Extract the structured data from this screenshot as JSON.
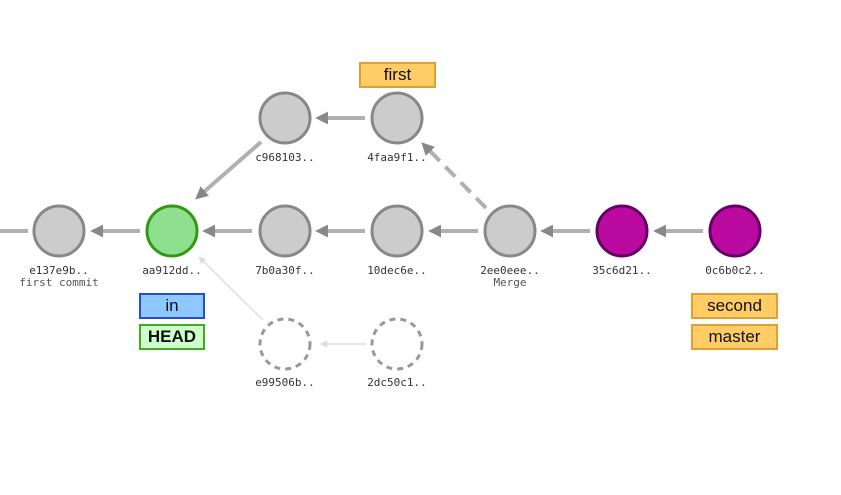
{
  "commits": [
    {
      "id": "e137e9b..",
      "message": "first commit",
      "state": "normal"
    },
    {
      "id": "aa912dd..",
      "message": "",
      "state": "head"
    },
    {
      "id": "7b0a30f..",
      "message": "",
      "state": "normal"
    },
    {
      "id": "10dec6e..",
      "message": "",
      "state": "normal"
    },
    {
      "id": "2ee0eee..",
      "message": "Merge",
      "state": "normal"
    },
    {
      "id": "35c6d21..",
      "message": "",
      "state": "new"
    },
    {
      "id": "0c6b0c2..",
      "message": "",
      "state": "new"
    },
    {
      "id": "c968103..",
      "message": "",
      "state": "normal"
    },
    {
      "id": "4faa9f1..",
      "message": "",
      "state": "normal"
    },
    {
      "id": "e99506b..",
      "message": "",
      "state": "ghost"
    },
    {
      "id": "2dc50c1..",
      "message": "",
      "state": "ghost"
    }
  ],
  "labels": {
    "first": "first",
    "in": "in",
    "head": "HEAD",
    "second": "second",
    "master": "master"
  },
  "colors": {
    "normal_fill": "#cccccc",
    "normal_stroke": "#888888",
    "head_fill": "#8ee08e",
    "head_stroke": "#339911",
    "new_fill": "#bb0aa0",
    "new_stroke": "#660066",
    "arrow": "#9a9a9a",
    "ghost_stroke": "#999999"
  }
}
